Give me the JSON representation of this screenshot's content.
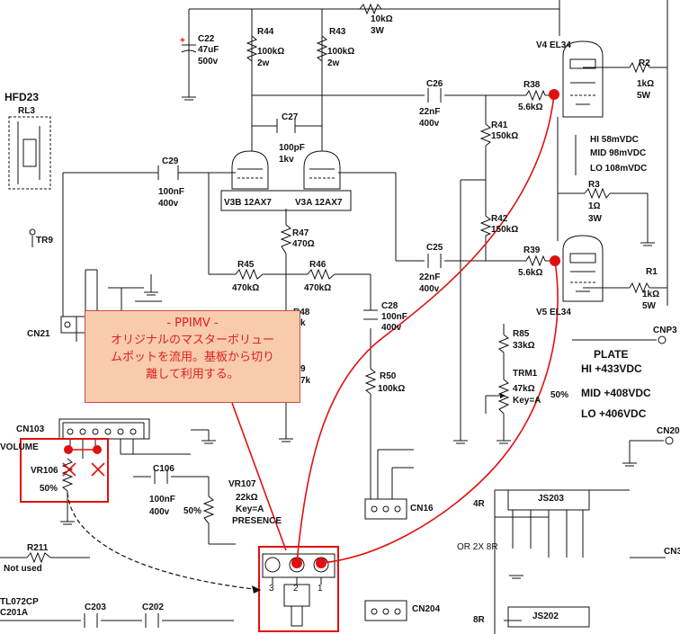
{
  "labels": {
    "hfd23": "HFD23",
    "rl3": "RL3",
    "tr9": "TR9",
    "cn21": "CN21",
    "cn103": "CN103",
    "volume": "VOLUME",
    "vr106": "VR106",
    "vr106_pct": "50%",
    "c22_name": "C22",
    "c22_val": "47uF",
    "c22_v": "500v",
    "r44_name": "R44",
    "r44_val": "100kΩ",
    "r44_w": "2w",
    "r43_name": "R43",
    "r43_val": "100kΩ",
    "r43_w": "2w",
    "rtop_val": "10kΩ",
    "rtop_w": "3W",
    "c27_name": "C27",
    "c27_val": "100pF",
    "c27_v": "1kv",
    "c29_name": "C29",
    "c29_val": "100nF",
    "c29_v": "400v",
    "v3b": "V3B 12AX7",
    "v3a": "V3A 12AX7",
    "r47_name": "R47",
    "r47_val": "470Ω",
    "r45_name": "R45",
    "r45_val": "470kΩ",
    "r46_name": "R46",
    "r46_val": "470kΩ",
    "r48_partial": "R48",
    "r48_val_partial": "k",
    "r49_partial": "9",
    "r49_val_partial": "7k",
    "c26_name": "C26",
    "c26_val": "22nF",
    "c26_v": "400v",
    "c25_name": "C25",
    "c25_val": "22nF",
    "c25_v": "400v",
    "c28_name": "C28",
    "c28_val": "100nF",
    "c28_v": "400v",
    "r41_name": "R41",
    "r41_val": "150kΩ",
    "r42_name": "R42",
    "r42_val": "150kΩ",
    "r38_name": "R38",
    "r38_val": "5.6kΩ",
    "r39_name": "R39",
    "r39_val": "5.6kΩ",
    "r50_name": "R50",
    "r50_val": "100kΩ",
    "v4": "V4 EL34",
    "v5": "V5 EL34",
    "r2_name": "R2",
    "r2_val": "1kΩ",
    "r2_w": "5W",
    "r1_name": "R1",
    "r1_val": "1kΩ",
    "r1_w": "5W",
    "r3_name": "R3",
    "r3_val": "1Ω",
    "r3_w": "3W",
    "bias_hi": "HI 58mVDC",
    "bias_mid": "MID 98mVDC",
    "bias_lo": "LO 108mVDC",
    "plate": "PLATE",
    "plate_hi": "HI +433VDC",
    "plate_mid": "MID +408VDC",
    "plate_lo": "LO +406VDC",
    "cnp3": "CNP3",
    "cn20": "CN20",
    "r85_name": "R85",
    "r85_val": "33kΩ",
    "trm1_name": "TRM1",
    "trm1_val": "47kΩ",
    "trm1_key": "Key=A",
    "trm1_pct": "50%",
    "c106_name": "C106",
    "c106_val": "100nF",
    "c106_v": "400v",
    "vr107_name": "VR107",
    "vr107_val": "22kΩ",
    "vr107_key": "Key=A",
    "vr107_fn": "PRESENCE",
    "vr107_pct": "50%",
    "cn16": "CN16",
    "cn204": "CN204",
    "r211_name": "R211",
    "r211_val": "Not used",
    "tl072": "TL072CP",
    "c201a": "C201A",
    "c203": "C203",
    "c202": "C202",
    "js203": "JS203",
    "js202": "JS202",
    "four_r": "4R",
    "eight_r": "8R",
    "or_2x8r": "OR 2X 8R",
    "cn3_partial": "CN3",
    "pot_pin3": "3",
    "pot_pin2": "2",
    "pot_pin1": "1"
  },
  "callout": {
    "title": "- PPIMV -",
    "line1": "オリジナルのマスターボリュー",
    "line2": "ムポットを流用。基板から切り",
    "line3": "離して利用する。"
  },
  "colors": {
    "annotation": "#e01010",
    "callout_fill": "#f8cbad",
    "callout_text": "#e02020"
  }
}
